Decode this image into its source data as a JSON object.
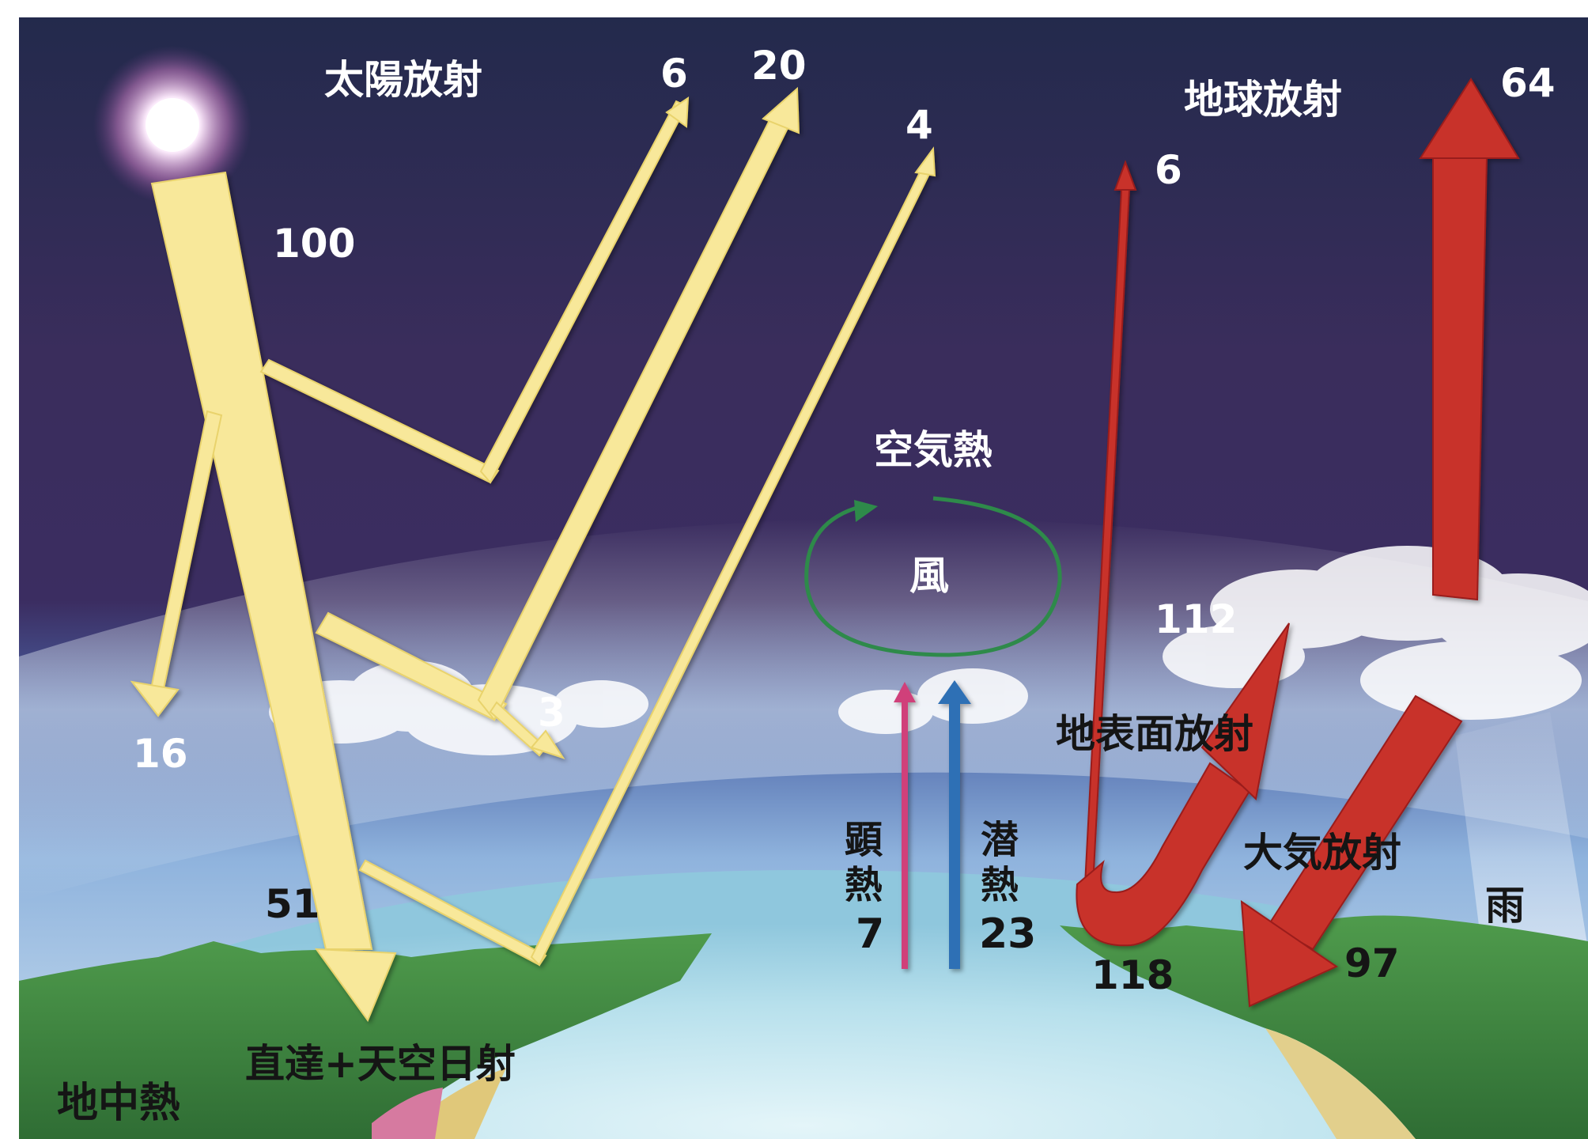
{
  "labels": {
    "solar_radiation": "太陽放射",
    "earth_radiation": "地球放射",
    "air_heat": "空気熱",
    "wind": "風",
    "surface_radiation": "地表面放射",
    "atmospheric_radiation": "大気放射",
    "rain": "雨",
    "direct_plus_sky": "直達+天空日射",
    "geothermal": "地中熱",
    "sensible_heat_1": "顕",
    "sensible_heat_2": "熱",
    "latent_heat_1": "潜",
    "latent_heat_2": "熱"
  },
  "values": {
    "solar_in": "100",
    "reflect_upper": "6",
    "reflect_cloud": "20",
    "reflect_surface": "4",
    "absorbed_atmosphere": "16",
    "absorbed_cloud": "3",
    "surface_absorbed": "51",
    "longwave_escape": "6",
    "outgoing_longwave": "64",
    "surface_emitted": "112",
    "surface_total": "118",
    "back_radiation": "97",
    "sensible_heat": "7",
    "latent_heat": "23"
  },
  "colors": {
    "solar_arrow": "#f8e89a",
    "earth_arrow": "#c8302a",
    "sensible_arrow": "#d0407a",
    "latent_arrow": "#2f6fb5",
    "wind_circle": "#2e8a4a",
    "sky_top": "#2a2a55",
    "ocean": "#b8e3ef"
  }
}
